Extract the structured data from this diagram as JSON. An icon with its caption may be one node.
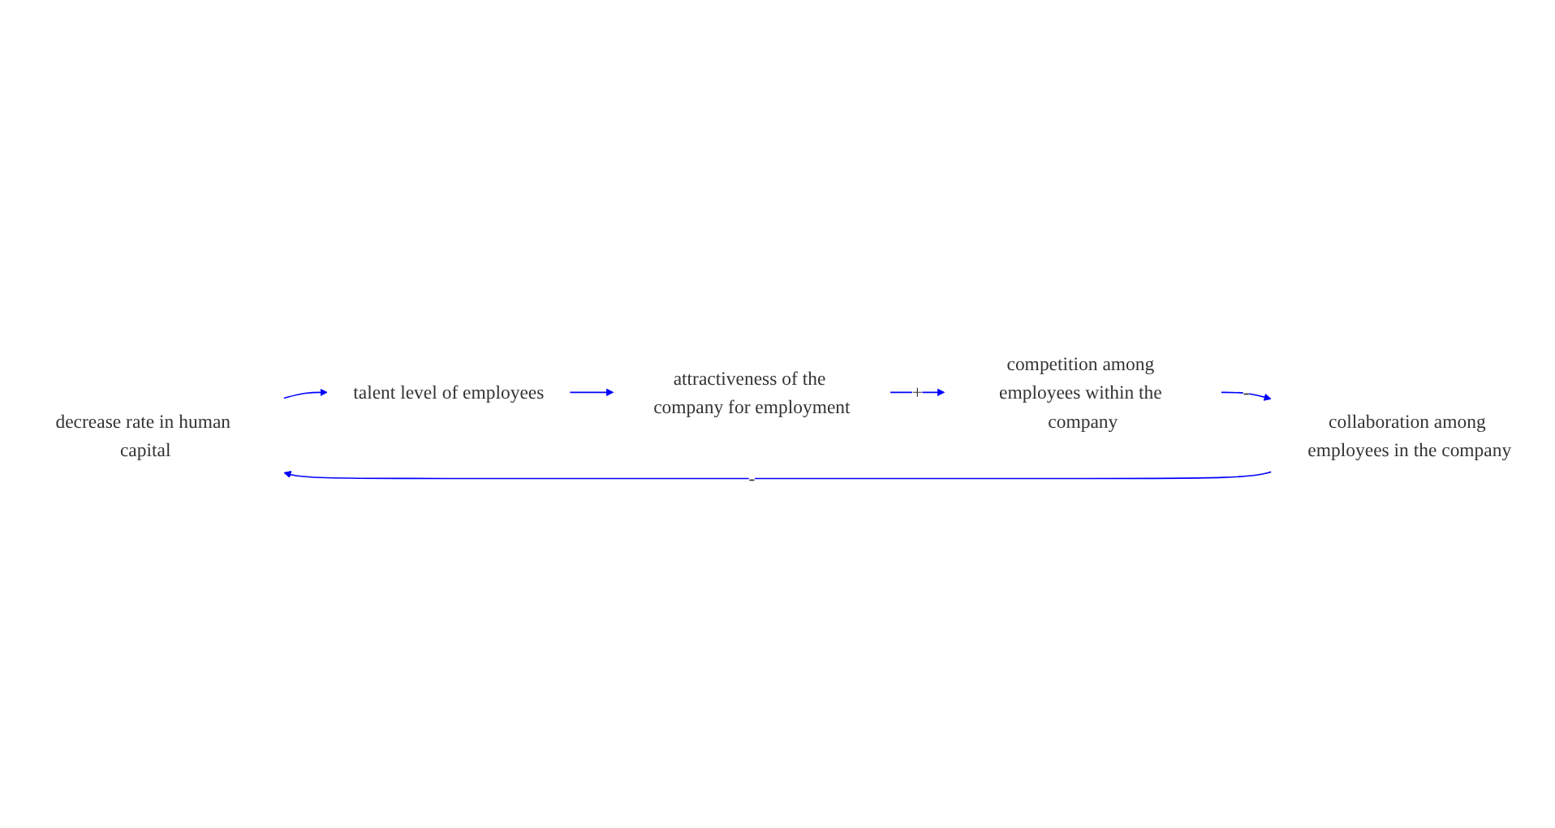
{
  "diagram": {
    "nodes": [
      {
        "text": [
          "decrease rate in human capital"
        ]
      },
      {
        "text": [
          "talent level of employees"
        ]
      },
      {
        "text": [
          "attractiveness of the company for employment"
        ]
      },
      {
        "text": [
          "competition among employees within the company"
        ]
      },
      {
        "text": [
          "collaboration among employees in the company"
        ]
      }
    ],
    "edges": [
      {
        "from": 0,
        "to": 1,
        "arrow": "to"
      },
      {
        "from": 1,
        "to": 2,
        "arrow": "to"
      },
      {
        "from": 2,
        "to": 3,
        "arrow": "to",
        "label": "+"
      },
      {
        "from": 3,
        "to": 4,
        "arrow": "to",
        "label": "-"
      },
      {
        "from": 4,
        "to": 0,
        "arrow": "to",
        "label": "-"
      }
    ]
  }
}
